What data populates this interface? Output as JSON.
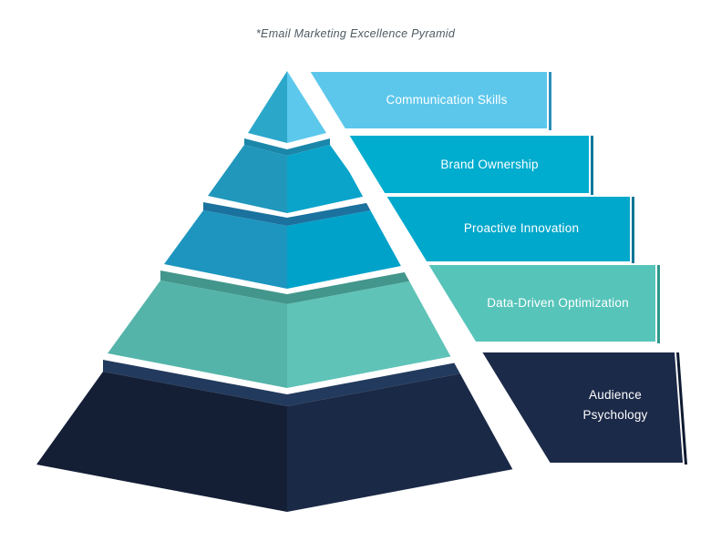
{
  "title": {
    "text": "*Email Marketing Excellence Pyramid",
    "color": "#4D5A61"
  },
  "background_color": "#FFFFFF",
  "divider": {
    "color": "#FFFFFF"
  },
  "label_text_color": "#FFFFFF",
  "pyramid": {
    "type": "pyramid-diagram",
    "level_count": 5,
    "order": "top-to-bottom",
    "levels": [
      {
        "rank": 1,
        "label": "Communication Skills",
        "colors": {
          "bar": "#5CC7EB",
          "bar_edge": "#2B90BA",
          "face_left": "#2BA7CA",
          "face_right": "#5CC8EB"
        }
      },
      {
        "rank": 2,
        "label": "Brand Ownership",
        "colors": {
          "bar": "#00ADCF",
          "bar_edge": "#09799B",
          "bevel": "#1A87AA",
          "face_left": "#2197BC",
          "face_right": "#0AA4CA"
        }
      },
      {
        "rank": 3,
        "label": "Proactive Innovation",
        "colors": {
          "bar": "#00A8CB",
          "bar_edge": "#097697",
          "bevel": "#1B729F",
          "face_left": "#1E95BE",
          "face_right": "#00A2CA"
        }
      },
      {
        "rank": 4,
        "label": "Data-Driven Optimization",
        "colors": {
          "bar": "#57C4BA",
          "bar_edge": "#2E988D",
          "bevel": "#43968C",
          "face_left": "#55B4AA",
          "face_right": "#5FC3B8"
        }
      },
      {
        "rank": 5,
        "label": "Audience Psychology",
        "colors": {
          "bar": "#1C2A49",
          "bar_edge": "#0E1A31",
          "bevel": "#223A5D",
          "face_left": "#141F36",
          "face_right": "#1A2946"
        }
      }
    ]
  }
}
